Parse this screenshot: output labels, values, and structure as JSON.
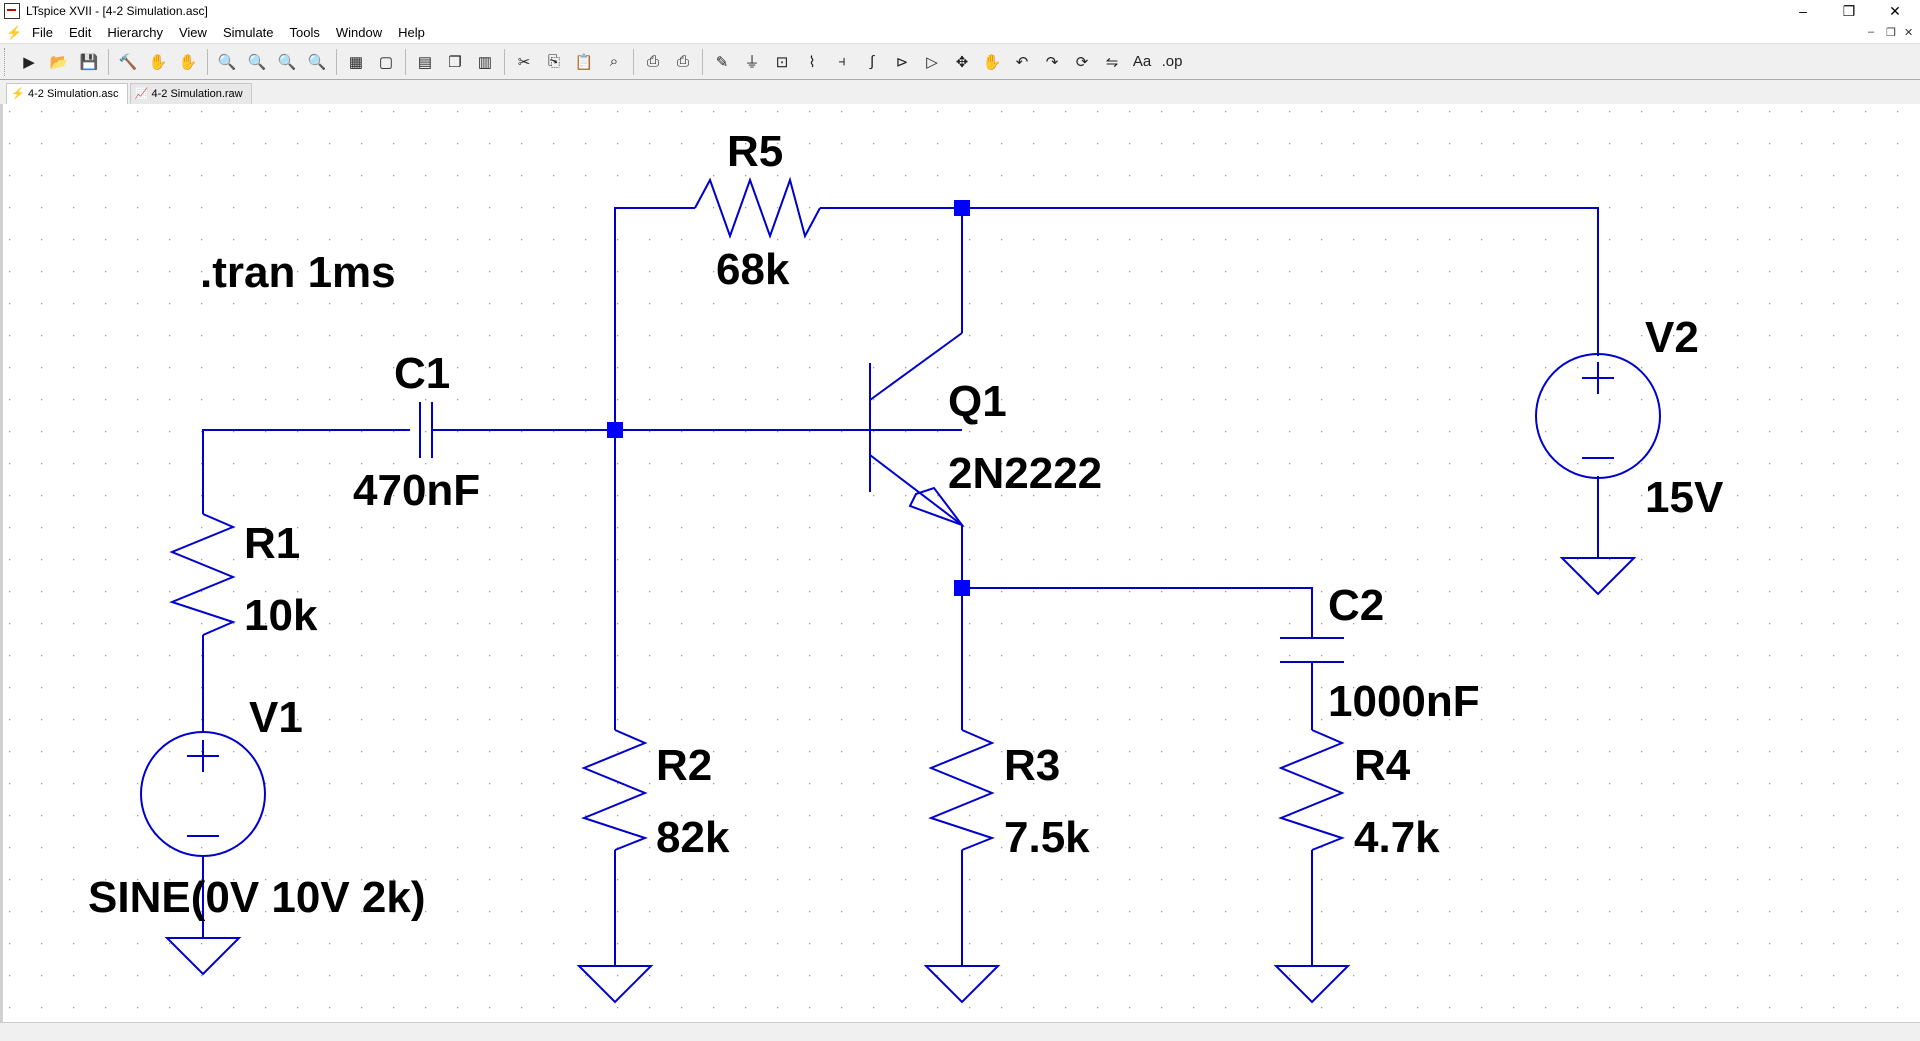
{
  "window": {
    "title": "LTspice XVII - [4-2 Simulation.asc]",
    "controls": {
      "minimize": "–",
      "restore": "❐",
      "close": "✕"
    }
  },
  "menu": {
    "items": [
      "File",
      "Edit",
      "Hierarchy",
      "View",
      "Simulate",
      "Tools",
      "Window",
      "Help"
    ],
    "mdi_controls": {
      "minimize": "–",
      "restore": "❐",
      "close": "✕"
    }
  },
  "toolbar": {
    "groups": [
      [
        "run-icon",
        "open-icon",
        "save-icon"
      ],
      [
        "control-panel-icon",
        "halt-icon",
        "pan-icon"
      ],
      [
        "zoom-in-icon",
        "zoom-pan-icon",
        "zoom-out-icon",
        "zoom-fit-icon"
      ],
      [
        "autorange-icon",
        "mark-icon"
      ],
      [
        "tile-horizontal-icon",
        "cascade-icon",
        "tile-vertical-icon"
      ],
      [
        "cut-icon",
        "copy-icon",
        "paste-icon",
        "find-icon"
      ],
      [
        "print-icon",
        "print-setup-icon"
      ],
      [
        "wire-icon",
        "ground-icon",
        "label-net-icon",
        "resistor-icon",
        "capacitor-icon",
        "inductor-icon",
        "diode-icon",
        "component-icon",
        "move-icon",
        "drag-icon",
        "undo-icon",
        "redo-icon",
        "rotate-icon",
        "mirror-icon",
        "text-icon",
        "spice-directive-icon"
      ]
    ],
    "glyphs": {
      "run-icon": "▶",
      "open-icon": "📂",
      "save-icon": "💾",
      "control-panel-icon": "🔨",
      "halt-icon": "✋",
      "pan-icon": "✋",
      "zoom-in-icon": "🔍",
      "zoom-pan-icon": "🔍",
      "zoom-out-icon": "🔍",
      "zoom-fit-icon": "🔍",
      "autorange-icon": "▦",
      "mark-icon": "▢",
      "tile-horizontal-icon": "▤",
      "cascade-icon": "❐",
      "tile-vertical-icon": "▥",
      "cut-icon": "✂",
      "copy-icon": "⎘",
      "paste-icon": "📋",
      "find-icon": "⌕",
      "print-icon": "⎙",
      "print-setup-icon": "⎙",
      "wire-icon": "✎",
      "ground-icon": "⏚",
      "label-net-icon": "⊡",
      "resistor-icon": "⌇",
      "capacitor-icon": "⫞",
      "inductor-icon": "∫",
      "diode-icon": "⊳",
      "component-icon": "▷",
      "move-icon": "✥",
      "drag-icon": "✋",
      "undo-icon": "↶",
      "redo-icon": "↷",
      "rotate-icon": "⟳",
      "mirror-icon": "⇋",
      "text-icon": "Aa",
      "spice-directive-icon": ".op"
    }
  },
  "tabs": [
    {
      "label": "4-2 Simulation.asc",
      "icon": "schematic-icon",
      "glyph": "⚡",
      "active": true
    },
    {
      "label": "4-2 Simulation.raw",
      "icon": "waveform-icon",
      "glyph": "📈",
      "active": false
    }
  ],
  "schematic": {
    "directive": ".tran 1ms",
    "wire_color": "#0000cc",
    "components": {
      "R5": {
        "name": "R5",
        "value": "68k"
      },
      "C1": {
        "name": "C1",
        "value": "470nF"
      },
      "R1": {
        "name": "R1",
        "value": "10k"
      },
      "V1": {
        "name": "V1",
        "value": "SINE(0V 10V 2k)"
      },
      "R2": {
        "name": "R2",
        "value": "82k"
      },
      "Q1": {
        "name": "Q1",
        "value": "2N2222"
      },
      "R3": {
        "name": "R3",
        "value": "7.5k"
      },
      "C2": {
        "name": "C2",
        "value": "1000nF"
      },
      "R4": {
        "name": "R4",
        "value": "4.7k"
      },
      "V2": {
        "name": "V2",
        "value": "15V"
      }
    }
  }
}
